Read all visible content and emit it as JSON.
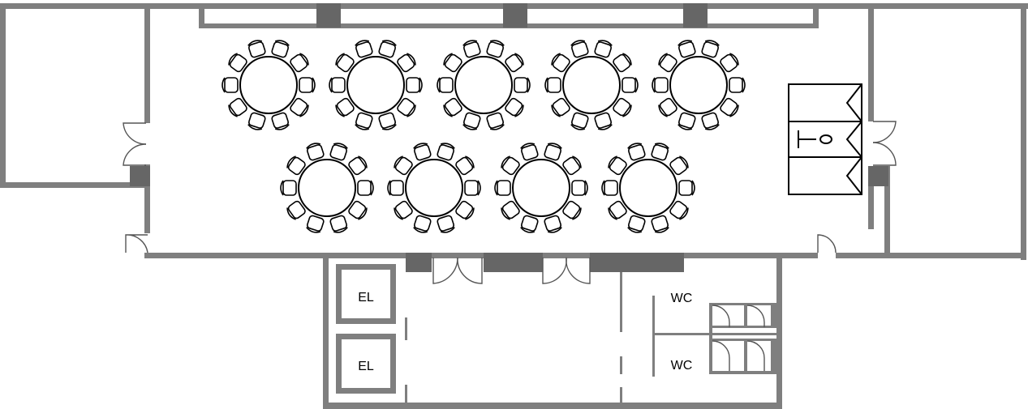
{
  "rooms": {
    "elevator_1_label": "EL",
    "elevator_2_label": "EL",
    "restroom_1_label": "WC",
    "restroom_2_label": "WC"
  },
  "tables": {
    "count": 9,
    "chairs_per_table": 10
  },
  "colors": {
    "wall": "#7f7f7f",
    "pillar": "#666666",
    "furniture_stroke": "#000000"
  }
}
